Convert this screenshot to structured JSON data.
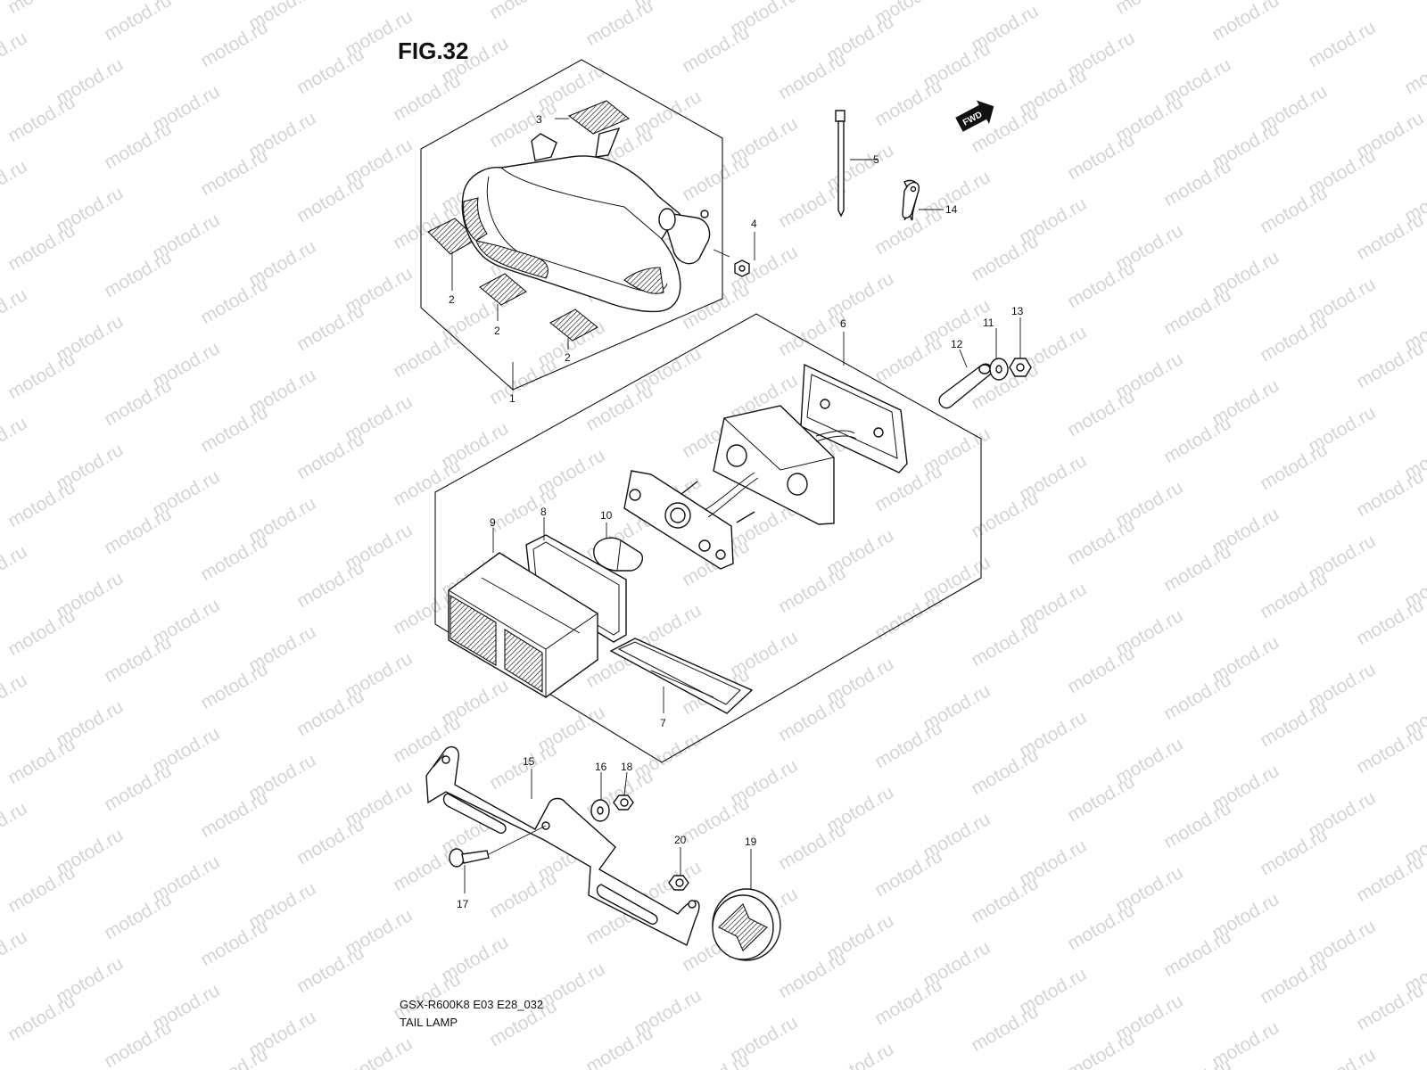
{
  "figure": {
    "title": "FIG.32",
    "model_code": "GSX-R600K8 E03 E28_032",
    "subtitle": "TAIL LAMP",
    "watermark": "motod.ru",
    "fwd_badge": "FWD"
  },
  "callouts": [
    {
      "id": "1",
      "text": "1"
    },
    {
      "id": "2a",
      "text": "2"
    },
    {
      "id": "2b",
      "text": "2"
    },
    {
      "id": "2c",
      "text": "2"
    },
    {
      "id": "3",
      "text": "3"
    },
    {
      "id": "4",
      "text": "4"
    },
    {
      "id": "5",
      "text": "5"
    },
    {
      "id": "6",
      "text": "6"
    },
    {
      "id": "7",
      "text": "7"
    },
    {
      "id": "8",
      "text": "8"
    },
    {
      "id": "9",
      "text": "9"
    },
    {
      "id": "10",
      "text": "10"
    },
    {
      "id": "11",
      "text": "11"
    },
    {
      "id": "12",
      "text": "12"
    },
    {
      "id": "13",
      "text": "13"
    },
    {
      "id": "14",
      "text": "14"
    },
    {
      "id": "15",
      "text": "15"
    },
    {
      "id": "16",
      "text": "16"
    },
    {
      "id": "17",
      "text": "17"
    },
    {
      "id": "18",
      "text": "18"
    },
    {
      "id": "19",
      "text": "19"
    },
    {
      "id": "20",
      "text": "20"
    }
  ]
}
